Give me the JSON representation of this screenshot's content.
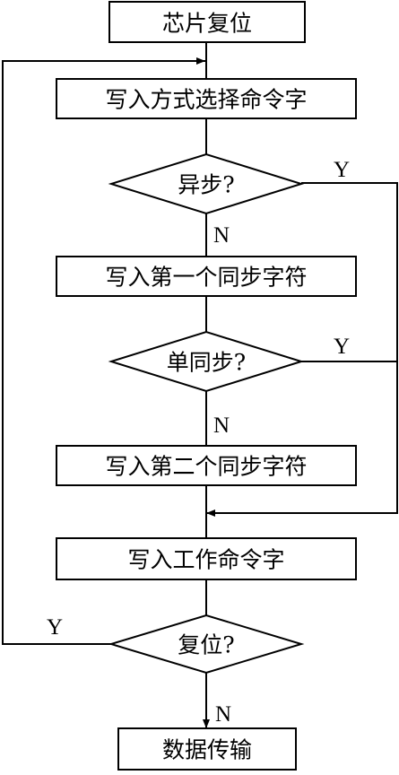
{
  "flowchart": {
    "nodes": {
      "reset": "芯片复位",
      "write_mode": "写入方式选择命令字",
      "async_q": "异步?",
      "write_sync1": "写入第一个同步字符",
      "single_sync_q": "单同步?",
      "write_sync2": "写入第二个同步字符",
      "write_cmd": "写入工作命令字",
      "reset_q": "复位?",
      "data_tx": "数据传输"
    },
    "labels": {
      "yes": "Y",
      "no": "N"
    }
  }
}
